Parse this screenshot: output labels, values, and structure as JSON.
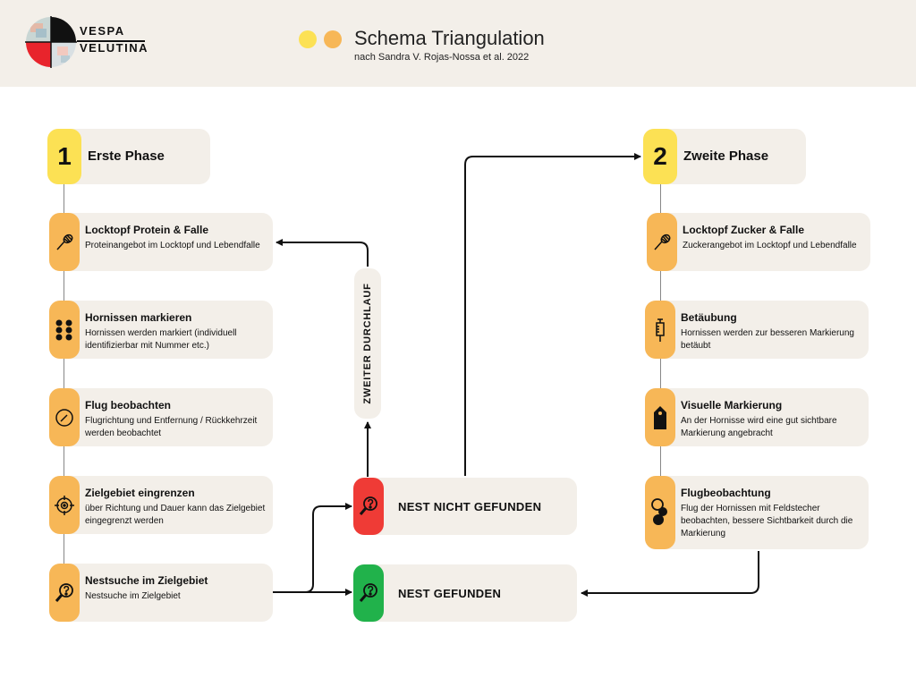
{
  "header": {
    "logo_line1": "VESPA",
    "logo_line2": "VELUTINA",
    "title": "Schema Triangulation",
    "subtitle": "nach Sandra V. Rojas-Nossa et al. 2022"
  },
  "colors": {
    "phase_badge": "#fce154",
    "step_icon": "#f7b757",
    "not_found": "#ef3b36",
    "found": "#21b24b",
    "card_bg": "#f3efe9"
  },
  "phase1": {
    "number": "1",
    "label": "Erste Phase",
    "steps": [
      {
        "icon": "net-icon",
        "title": "Locktopf Protein & Falle",
        "desc": "Proteinangebot im Locktopf und Lebendfalle"
      },
      {
        "icon": "number-marks-icon",
        "title": "Hornissen markieren",
        "desc": "Hornissen werden markiert (individuell identifizierbar mit Nummer etc.)"
      },
      {
        "icon": "compass-icon",
        "title": "Flug beobachten",
        "desc": "Flugrichtung und Entfernung / Rückkehrzeit werden beobachtet"
      },
      {
        "icon": "target-icon",
        "title": "Zielgebiet eingrenzen",
        "desc": "über Richtung und Dauer kann das Zielgebiet eingegrenzt werden"
      },
      {
        "icon": "search-question-icon",
        "title": "Nestsuche im Zielgebiet",
        "desc": "Nestsuche im Zielgebiet"
      }
    ]
  },
  "phase2": {
    "number": "2",
    "label": "Zweite Phase",
    "steps": [
      {
        "icon": "net-icon",
        "title": "Locktopf Zucker & Falle",
        "desc": "Zuckerangebot im Locktopf und Lebendfalle"
      },
      {
        "icon": "syringe-icon",
        "title": "Betäubung",
        "desc": "Hornissen werden zur besseren Markierung betäubt"
      },
      {
        "icon": "tag-icon",
        "title": "Visuelle Markierung",
        "desc": "An der Hornisse wird eine gut sichtbare Markierung angebracht"
      },
      {
        "icon": "binoculars-icon",
        "title": "Flugbeobachtung",
        "desc": "Flug der Hornissen mit Feldstecher beobachten, bessere Sichtbarkeit durch die Markierung"
      }
    ]
  },
  "results": {
    "not_found": "NEST NICHT GEFUNDEN",
    "found": "NEST GEFUNDEN"
  },
  "loop_label": "ZWEITER DURCHLAUF"
}
